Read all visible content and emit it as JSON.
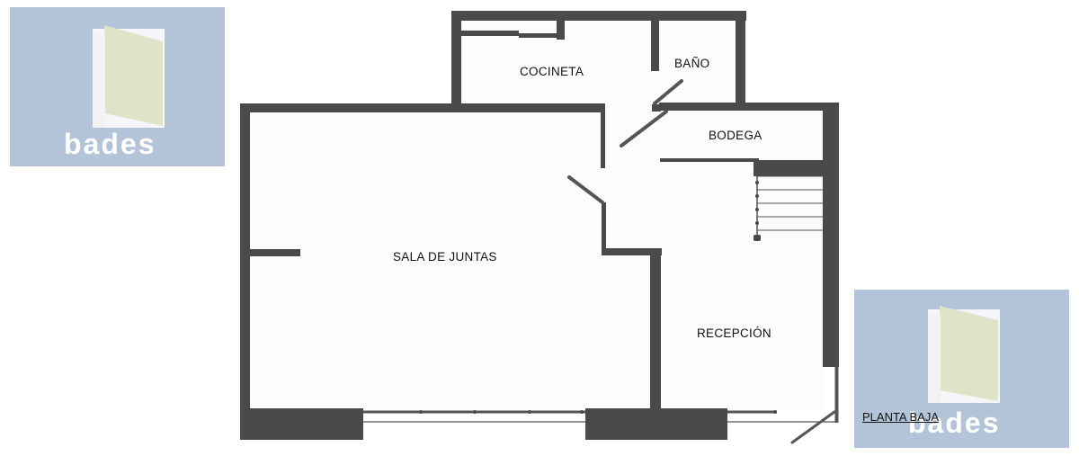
{
  "logo": {
    "text": "bades",
    "colors": {
      "background": "#b3c4d8",
      "page": "#dfe3c7",
      "text": "#ffffff"
    }
  },
  "rooms": {
    "cocineta": "COCINETA",
    "bano": "BAÑO",
    "bodega": "BODEGA",
    "sala": "SALA DE JUNTAS",
    "recepcion": "RECEPCIÓN"
  },
  "caption": "PLANTA BAJA",
  "colors": {
    "wall": "#4a4a4a",
    "line": "#555555",
    "floor": "#fcfcfc"
  }
}
